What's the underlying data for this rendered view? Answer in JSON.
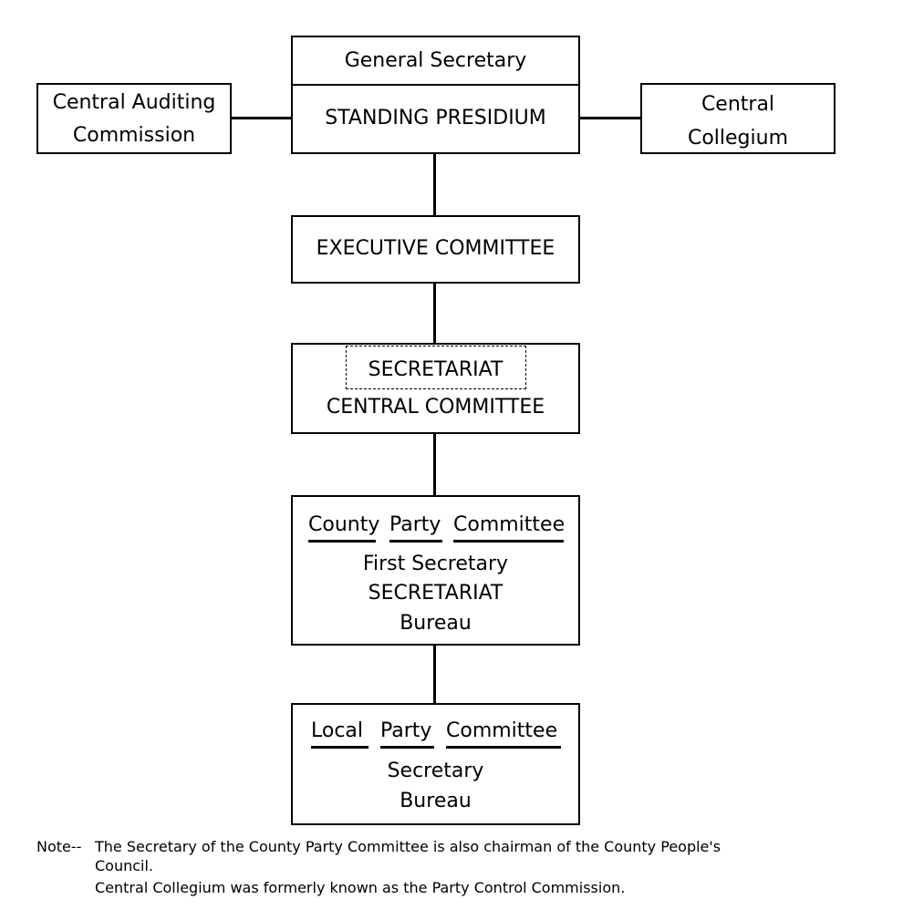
{
  "top_box": {
    "header": "General Secretary",
    "title": "STANDING PRESIDIUM"
  },
  "left_box": {
    "line1": "Central Auditing",
    "line2": "Commission"
  },
  "right_box": {
    "line1": "Central",
    "line2": "Collegium"
  },
  "executive": {
    "title": "EXECUTIVE COMMITTEE"
  },
  "central_committee": {
    "secretariat": "SECRETARIAT",
    "title": "CENTRAL COMMITTEE"
  },
  "county": {
    "words": [
      "County",
      "Party",
      "Committee"
    ],
    "line2": "First Secretary",
    "line3": "SECRETARIAT",
    "line4": "Bureau"
  },
  "local": {
    "words": [
      "Local",
      "Party",
      "Committee"
    ],
    "line2": "Secretary",
    "line3": "Bureau"
  },
  "note": {
    "label": "Note--",
    "line1": "The Secretary of the County Party Committee is also chairman of the County People's",
    "line2": "Council.",
    "line3": "Central Collegium was formerly known as the Party Control Commission."
  }
}
